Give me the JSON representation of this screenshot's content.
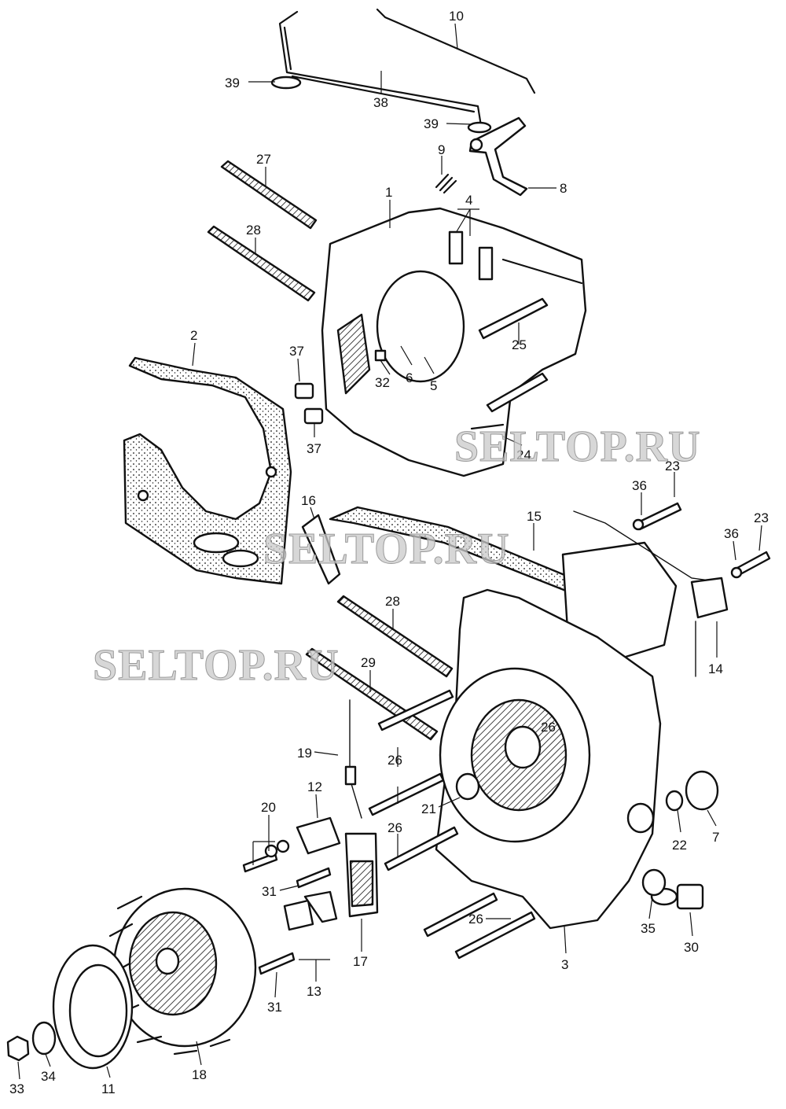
{
  "diagram": {
    "callouts": {
      "1": "1",
      "2": "2",
      "3": "3",
      "4": "4",
      "5": "5",
      "6": "6",
      "7": "7",
      "8": "8",
      "9": "9",
      "10": "10",
      "11": "11",
      "12": "12",
      "13": "13",
      "14": "14",
      "15": "15",
      "16": "16",
      "17": "17",
      "18": "18",
      "19": "19",
      "20": "20",
      "21": "21",
      "22": "22",
      "23": "23",
      "24": "24",
      "25": "25",
      "26": "26",
      "27": "27",
      "28": "28",
      "29": "29",
      "30": "30",
      "31": "31",
      "32": "32",
      "33": "33",
      "34": "34",
      "35": "35",
      "36": "36",
      "37": "37",
      "38": "38",
      "39": "39"
    },
    "watermark": "SELTOP.RU",
    "colors": {
      "ink": "#111111",
      "paper": "#ffffff",
      "watermark": "#c9c9c9"
    }
  }
}
